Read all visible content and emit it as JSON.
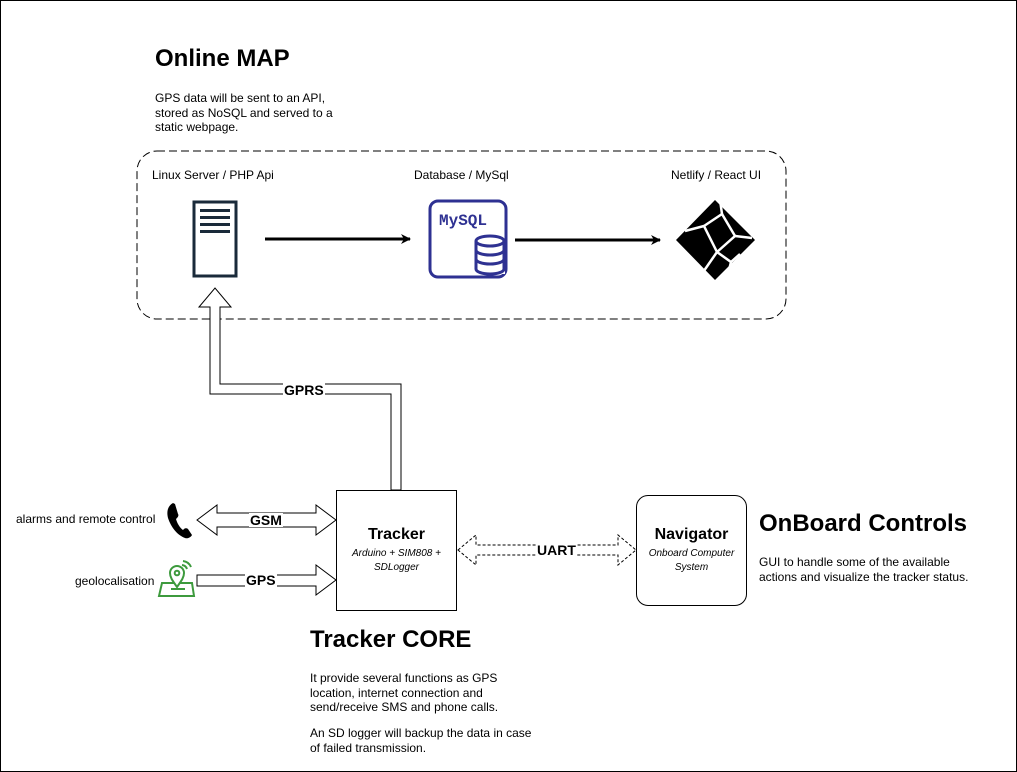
{
  "online_map": {
    "title": "Online MAP",
    "description": "GPS data will be sent to an API, stored as NoSQL and served to a static webpage.",
    "server_label": "Linux Server / PHP Api",
    "database_label": "Database / MySql",
    "netlify_label": "Netlify / React UI",
    "mysql_text": "MySQL"
  },
  "links": {
    "gprs": "GPRS",
    "gsm": "GSM",
    "gps": "GPS",
    "uart": "UART"
  },
  "left_labels": {
    "alarms": "alarms and remote control",
    "geoloc": "geolocalisation"
  },
  "tracker": {
    "title": "Tracker",
    "subtitle": "Arduino + SIM808 + SDLogger"
  },
  "navigator": {
    "title": "Navigator",
    "subtitle": "Onboard Computer System"
  },
  "onboard": {
    "title": "OnBoard Controls",
    "description": "GUI to handle some of the available actions and visualize the tracker status."
  },
  "core": {
    "title": "Tracker CORE",
    "description1": "It provide several functions as GPS location, internet connection and send/receive SMS and phone calls.",
    "description2": "An SD logger will backup the data in case of failed transmission."
  },
  "colors": {
    "mysql": "#2e3192",
    "geo_icon": "#3d9a3d"
  },
  "icons": {
    "server": "server-icon",
    "database": "mysql-database-icon",
    "netlify": "netlify-icon",
    "phone": "phone-icon",
    "map": "map-pin-icon"
  }
}
